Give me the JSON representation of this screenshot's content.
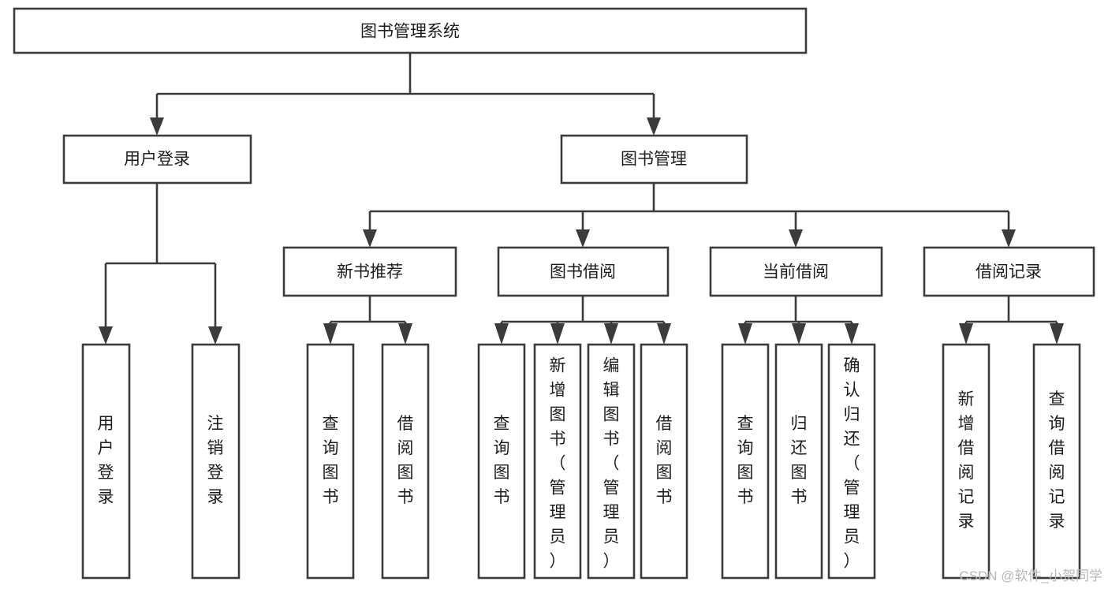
{
  "diagram": {
    "type": "tree-hierarchy-chart",
    "title": "图书管理系统",
    "orientation": "top-down",
    "colors": {
      "box_stroke": "#3b3b3b",
      "box_fill": "#ffffff",
      "connector": "#3b3b3b",
      "text": "#1c1c1c",
      "background": "#ffffff",
      "watermark": "#b8b8b8"
    },
    "root": {
      "id": "root",
      "label": "图书管理系统",
      "orientation": "horizontal"
    },
    "level2": [
      {
        "id": "user-login",
        "label": "用户登录",
        "orientation": "horizontal"
      },
      {
        "id": "book-management",
        "label": "图书管理",
        "orientation": "horizontal"
      }
    ],
    "level3": [
      {
        "id": "new-book-recommend",
        "label": "新书推荐",
        "parent": "book-management",
        "orientation": "horizontal"
      },
      {
        "id": "book-borrow",
        "label": "图书借阅",
        "parent": "book-management",
        "orientation": "horizontal"
      },
      {
        "id": "current-borrow",
        "label": "当前借阅",
        "parent": "book-management",
        "orientation": "horizontal"
      },
      {
        "id": "borrow-record",
        "label": "借阅记录",
        "parent": "book-management",
        "orientation": "horizontal"
      }
    ],
    "leaves": [
      {
        "id": "leaf-user-login",
        "label": "用户登录",
        "parent": "user-login",
        "orientation": "vertical",
        "align": "middle"
      },
      {
        "id": "leaf-logout-login",
        "label": "注销登录",
        "parent": "user-login",
        "orientation": "vertical",
        "align": "middle"
      },
      {
        "id": "leaf-query-book-1",
        "label": "查询图书",
        "parent": "new-book-recommend",
        "orientation": "vertical",
        "align": "middle"
      },
      {
        "id": "leaf-borrow-book-1",
        "label": "借阅图书",
        "parent": "new-book-recommend",
        "orientation": "vertical",
        "align": "middle"
      },
      {
        "id": "leaf-query-book-2",
        "label": "查询图书",
        "parent": "book-borrow",
        "orientation": "vertical",
        "align": "middle"
      },
      {
        "id": "leaf-add-book-admin",
        "label": "新增图书（管理员）",
        "parent": "book-borrow",
        "orientation": "vertical",
        "align": "top"
      },
      {
        "id": "leaf-edit-book-admin",
        "label": "编辑图书（管理员）",
        "parent": "book-borrow",
        "orientation": "vertical",
        "align": "top"
      },
      {
        "id": "leaf-borrow-book-2",
        "label": "借阅图书",
        "parent": "book-borrow",
        "orientation": "vertical",
        "align": "middle"
      },
      {
        "id": "leaf-query-book-3",
        "label": "查询图书",
        "parent": "current-borrow",
        "orientation": "vertical",
        "align": "middle"
      },
      {
        "id": "leaf-return-book",
        "label": "归还图书",
        "parent": "current-borrow",
        "orientation": "vertical",
        "align": "middle"
      },
      {
        "id": "leaf-confirm-return-admin",
        "label": "确认归还（管理员）",
        "parent": "current-borrow",
        "orientation": "vertical",
        "align": "top"
      },
      {
        "id": "leaf-add-borrow-record",
        "label": "新增借阅记录",
        "parent": "borrow-record",
        "orientation": "vertical",
        "align": "middle"
      },
      {
        "id": "leaf-query-borrow-record",
        "label": "查询借阅记录",
        "parent": "borrow-record",
        "orientation": "vertical",
        "align": "middle"
      }
    ]
  },
  "watermark": {
    "text": "CSDN @软件_小贺同学"
  }
}
